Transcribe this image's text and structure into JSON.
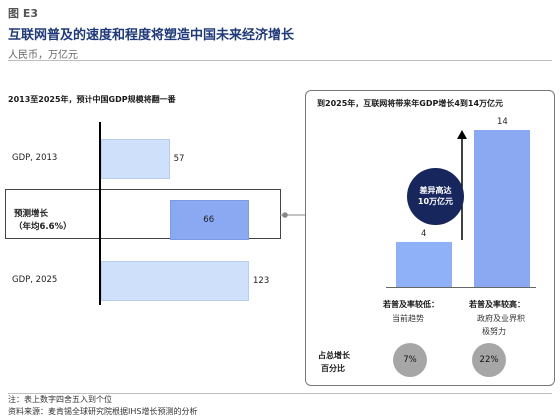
{
  "header": {
    "figure_label": "图 E3",
    "title": "互联网普及的速度和程度将塑造中国未来经济增长",
    "subtitle": "人民币，万亿元"
  },
  "left_panel": {
    "title": "2013至2025年，预计中国GDP规模将翻一番",
    "rows": [
      {
        "label": "GDP, 2013",
        "value_label": "57"
      },
      {
        "label_line1": "预测增长",
        "label_line2": "（年均6.6%）",
        "value_label": "66"
      },
      {
        "label": "GDP, 2025",
        "value_label": "123"
      }
    ]
  },
  "right_panel": {
    "title": "到2025年，互联网将带来年GDP增长4到14万亿元",
    "bars": [
      {
        "value_label": "4"
      },
      {
        "value_label": "14"
      }
    ],
    "bubble_line1": "差异高达",
    "bubble_line2": "10万亿元",
    "notes": [
      {
        "head": "若普及率较低：",
        "lines": [
          "当前趋势"
        ]
      },
      {
        "head": "若普及率较高：",
        "lines": [
          "政府及业界积",
          "极努力"
        ]
      }
    ],
    "share_label_line1": "占总增长",
    "share_label_line2": "百分比",
    "shares": [
      "7%",
      "22%"
    ]
  },
  "footer": {
    "note": "注：表上数字四舍五入到个位",
    "source": "资料来源：麦肯锡全球研究院根据IHS增长预测的分析"
  },
  "chart_data": [
    {
      "type": "bar",
      "orientation": "horizontal",
      "title": "2013至2025年，预计中国GDP规模将翻一番",
      "categories": [
        "GDP, 2013",
        "预测增长（年均6.6%）",
        "GDP, 2025"
      ],
      "values": [
        57,
        66,
        123
      ],
      "waterfall": true,
      "xlim": [
        0,
        123
      ],
      "unit": "人民币，万亿元",
      "colors": {
        "ends": "#cfe0fb",
        "growth": "#8ba9f2"
      }
    },
    {
      "type": "bar",
      "title": "到2025年，互联网将带来年GDP增长4到14万亿元",
      "categories": [
        "若普及率较低：当前趋势",
        "若普及率较高：政府及业界积极努力"
      ],
      "values": [
        4,
        14
      ],
      "ylim": [
        0,
        14
      ],
      "difference_annotation": "差异高达10万亿元",
      "share_of_total_growth": [
        "7%",
        "22%"
      ],
      "colors": {
        "bars": "#8ba9f2",
        "bubble": "#17275e"
      }
    }
  ]
}
